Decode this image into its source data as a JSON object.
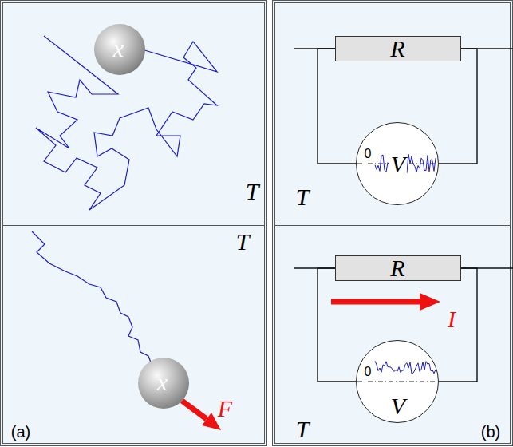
{
  "diagram": {
    "nodes": [
      {
        "text": [
          "T"
        ]
      },
      {
        "text": [
          "x"
        ],
        "in": 0
      },
      {
        "text": [
          "T",
          "(a)"
        ]
      },
      {
        "text": [
          "x"
        ],
        "in": 2
      },
      {
        "text": [
          "T"
        ]
      },
      {
        "text": [
          "R"
        ],
        "in": 4
      },
      {
        "text": [
          "0",
          "V"
        ],
        "in": 4
      },
      {
        "text": [
          "T",
          "(b)"
        ]
      },
      {
        "text": [
          "R"
        ],
        "in": 7
      },
      {
        "text": [
          "0",
          "V"
        ],
        "in": 7
      }
    ],
    "edges": [
      {
        "from": 5,
        "to": 6,
        "arrow": "none"
      },
      {
        "from": 5,
        "to": 6,
        "arrow": "none"
      },
      {
        "from": 8,
        "to": 9,
        "arrow": "none"
      },
      {
        "from": 8,
        "to": 9,
        "arrow": "none"
      }
    ],
    "labels": [
      "F",
      "I"
    ]
  }
}
